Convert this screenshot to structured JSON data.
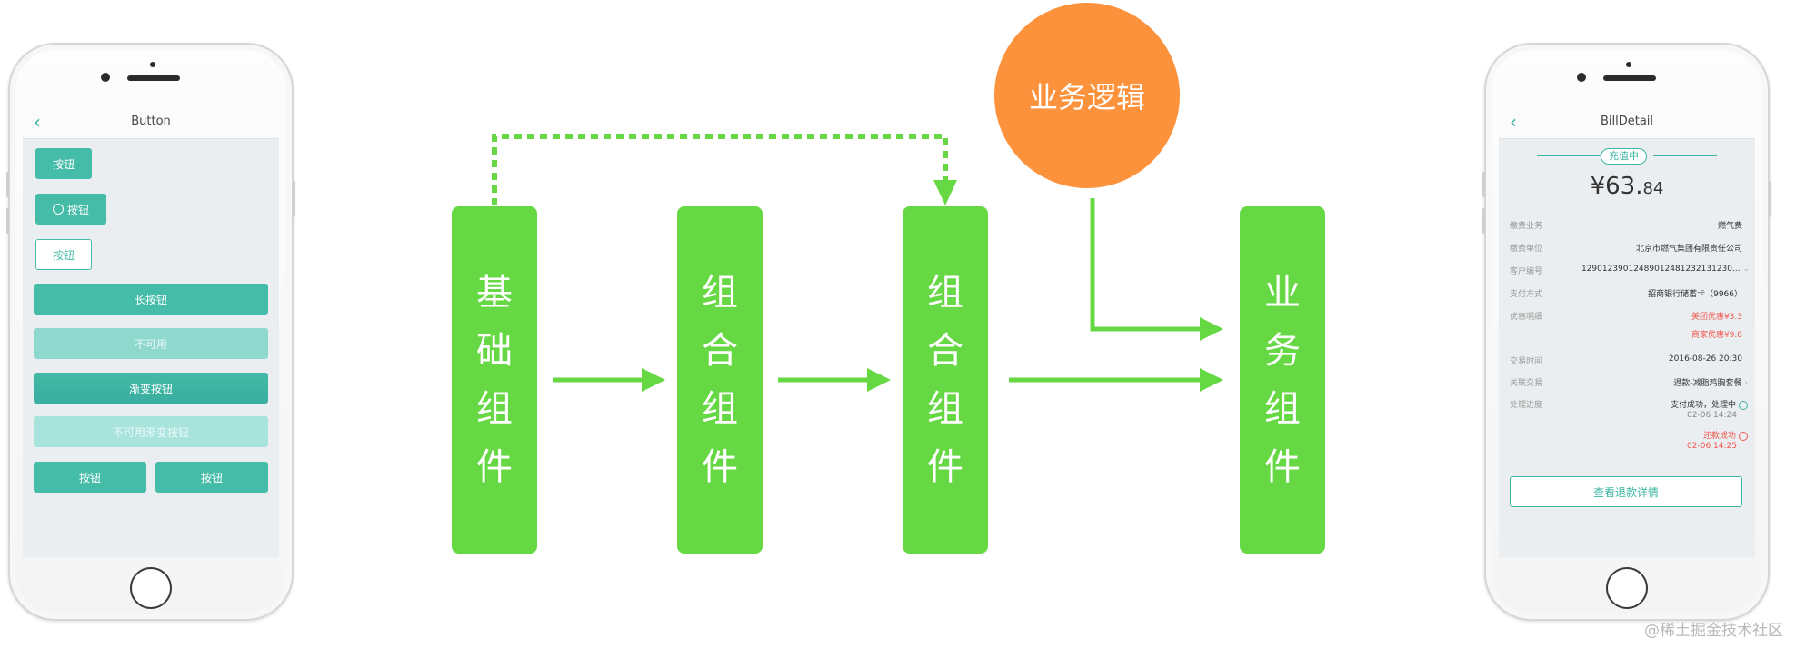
{
  "left_phone": {
    "title": "Button",
    "back_icon": "chevron-left-icon",
    "buttons": {
      "small": "按钮",
      "loading": "按钮",
      "ghost": "按钮",
      "long": "长按钮",
      "disabled": "不可用",
      "gradient": "渐变按钮",
      "gradient_disabled": "不可用渐变按钮",
      "pair_left": "按钮",
      "pair_right": "按钮"
    },
    "colors": {
      "accent": "#45bca8"
    }
  },
  "diagram": {
    "blocks": [
      {
        "text": "基础组件"
      },
      {
        "text": "组合组件"
      },
      {
        "text": "组合组件"
      },
      {
        "text": "业务组件"
      }
    ],
    "logic_circle": "业务逻辑",
    "colors": {
      "block": "#66d844",
      "arrow": "#66d844",
      "circle": "#fd923d"
    }
  },
  "right_phone": {
    "title": "BillDetail",
    "status": "充值中",
    "amount_major": "¥63.",
    "amount_minor": "84",
    "rows": [
      {
        "label": "缴费业务",
        "value": "燃气费"
      },
      {
        "label": "缴费单位",
        "value": "北京市燃气集团有限责任公司"
      },
      {
        "label": "客户编号",
        "value": "12901239012489012481232131230..."
      },
      {
        "label": "支付方式",
        "value": "招商银行储蓄卡（9966）"
      },
      {
        "label": "优惠明细",
        "value": "美团优惠¥3.3"
      },
      {
        "label": "",
        "value": "商家优惠¥9.8"
      },
      {
        "label": "交易时间",
        "value": "2016-08-26 20:30"
      },
      {
        "label": "关联交易",
        "value": "退款-减脂鸡胸套餐"
      },
      {
        "label": "处理进度",
        "value": "支付成功，处理中"
      },
      {
        "label": "",
        "value": "02-06 14:24"
      },
      {
        "label": "",
        "value": "还款成功"
      },
      {
        "label": "",
        "value": "02-06 14:25"
      }
    ],
    "button": "查看退款详情"
  },
  "watermark": "@稀土掘金技术社区"
}
